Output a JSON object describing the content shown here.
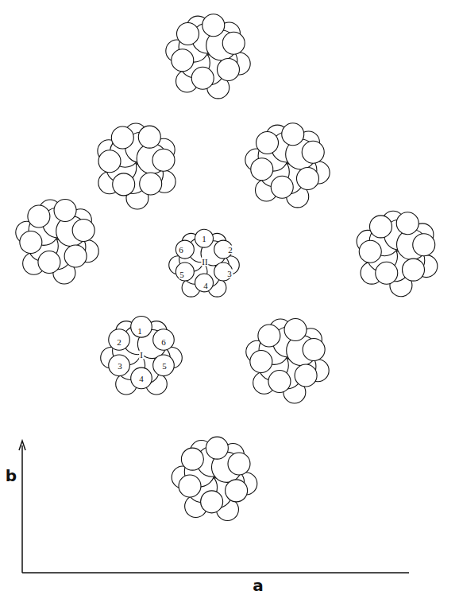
{
  "diagram": {
    "labels": [
      "1",
      "2",
      "3",
      "4",
      "5",
      "6",
      "II",
      "1",
      "2",
      "6",
      "3",
      "5",
      "4",
      "I",
      "b",
      "a"
    ]
  }
}
